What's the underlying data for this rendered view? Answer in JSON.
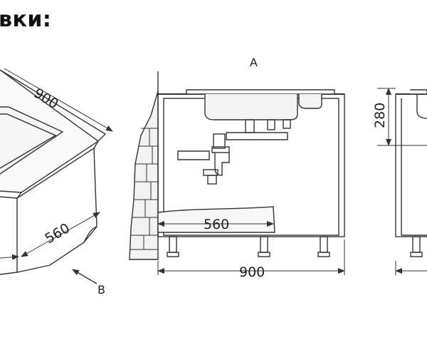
{
  "heading": "вки:",
  "views": {
    "left": {
      "dim_width": "900",
      "dim_depth": "560",
      "arrow_label": "B"
    },
    "front": {
      "label": "A",
      "dim_depth": "560",
      "dim_width": "900"
    },
    "side": {
      "dim_height": "280"
    }
  },
  "colors": {
    "line": "#333333",
    "wall_fill": "#e8e8e8",
    "sink_fill": "#f4f4f4"
  }
}
